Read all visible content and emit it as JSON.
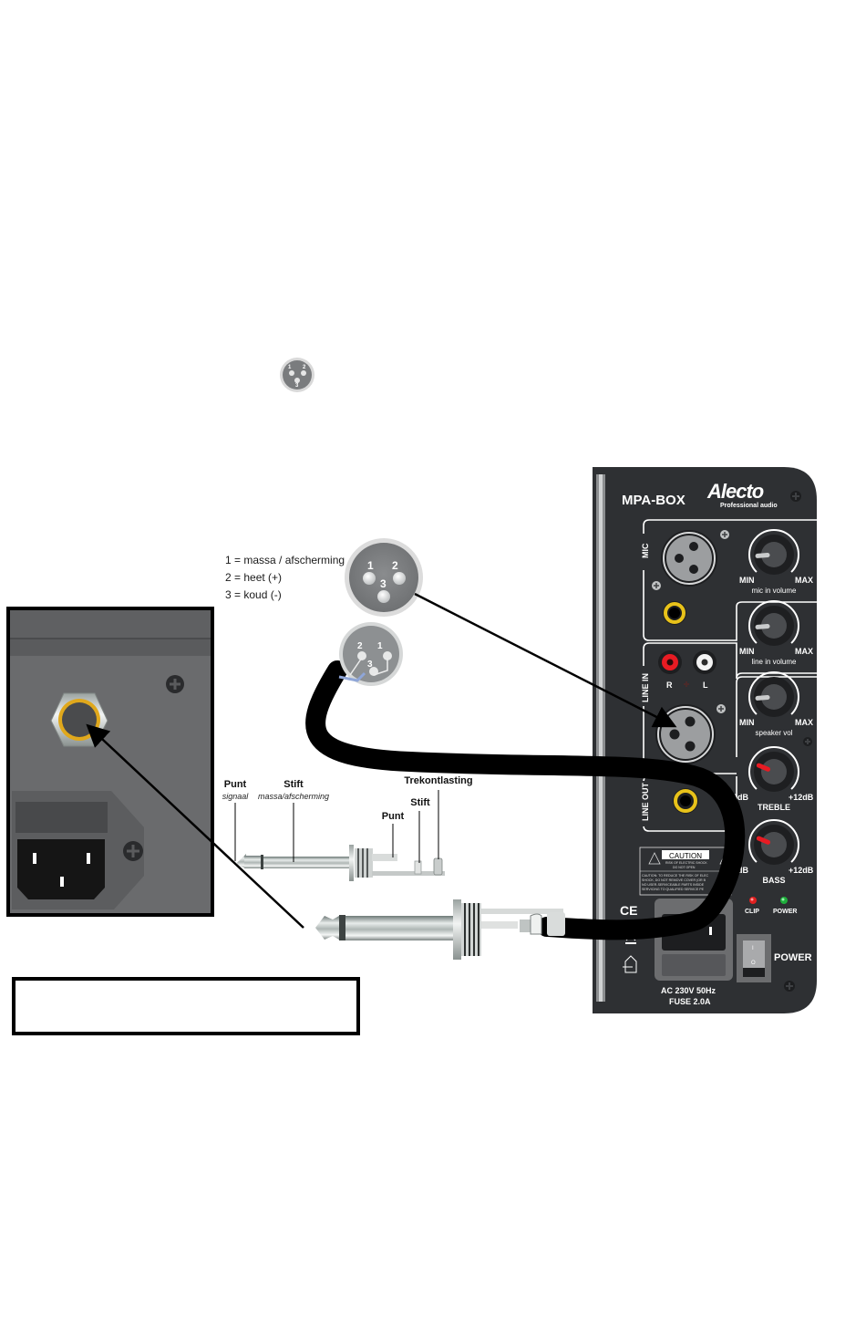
{
  "small_xlr_icon": {
    "pins": [
      "1",
      "2",
      "3"
    ]
  },
  "xlr_legend": {
    "lines": [
      "1 = massa / afscherming",
      "2 = heet (+)",
      "3 = koud (-)"
    ],
    "pin_numbers": [
      "1",
      "2",
      "3"
    ]
  },
  "jack_labels": {
    "tip": {
      "title": "Punt",
      "subtitle": "signaal"
    },
    "sleeve": {
      "title": "Stift",
      "subtitle": "massa/afscherming"
    },
    "strain_relief": "Trekontlasting",
    "inner_sleeve": "Stift",
    "inner_tip": "Punt"
  },
  "panel": {
    "model": "MPA-BOX",
    "brand": "Alecto",
    "brand_sub": "Professional audio",
    "sections": {
      "mic": "MIC",
      "line_in": "LINE IN",
      "line_out": "LINE OUT"
    },
    "rca": {
      "right": "R",
      "left": "L"
    },
    "knobs": [
      {
        "name": "mic in volume",
        "min": "MIN",
        "max": "MAX",
        "value": 0.15
      },
      {
        "name": "line in volume",
        "min": "MIN",
        "max": "MAX",
        "value": 0.15
      },
      {
        "name": "speaker vol",
        "min": "MIN",
        "max": "MAX",
        "value": 0.15
      },
      {
        "name": "TREBLE",
        "min": "-12dB",
        "max": "+12dB",
        "value": 0.25
      },
      {
        "name": "BASS",
        "min": "-12dB",
        "max": "+12dB",
        "value": 0.25
      }
    ],
    "leds": [
      {
        "label": "CLIP",
        "color": "#e02020"
      },
      {
        "label": "POWER",
        "color": "#1fae3c"
      }
    ],
    "caution": {
      "title": "CAUTION",
      "line1": "RISK OF ELECTRIC SHOCK",
      "line2": "DO NOT OPEN",
      "body": [
        "CAUTION: TO REDUCE THE RISK OF ELEC",
        "SHOCK, DO NOT REMOVE COVER (OR B",
        "NO USER-SERVICEABLE PARTS INSIDE",
        "SERVICING TO QUALIFIED SERVICE PE"
      ]
    },
    "ce_mark": "CE",
    "power_switch": {
      "label": "POWER",
      "on": "I",
      "off": "O"
    },
    "mains": {
      "line1": "AC 230V 50Hz",
      "line2": "FUSE 2.0A"
    }
  },
  "colors": {
    "panel_bg": "#2e3033",
    "panel_edge": "#1d1e20",
    "gold": "#e0a81c",
    "cable": "#000000",
    "inset_bg": "#666769",
    "rca_red": "#e81b23"
  }
}
